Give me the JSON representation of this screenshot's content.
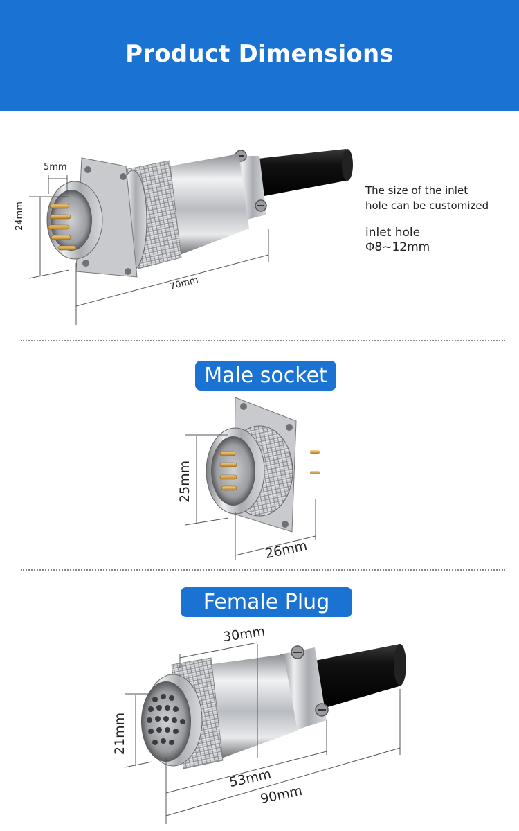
{
  "header": {
    "title": "Product Dimensions"
  },
  "section1": {
    "dim_top": "5mm",
    "dim_left": "24mm",
    "dim_bottom": "70mm",
    "note_line1": "The size of the inlet",
    "note_line2": "hole can be customized",
    "inlet_line1": "inlet hole",
    "inlet_line2": "Φ8~12mm"
  },
  "section2": {
    "badge": "Male socket",
    "dim_left": "25mm",
    "dim_bottom": "26mm"
  },
  "section3": {
    "badge": "Female Plug",
    "dim_top": "30mm",
    "dim_left": "21mm",
    "dim_mid": "53mm",
    "dim_bottom": "90mm"
  },
  "colors": {
    "brand_blue": "#1a73d2"
  }
}
